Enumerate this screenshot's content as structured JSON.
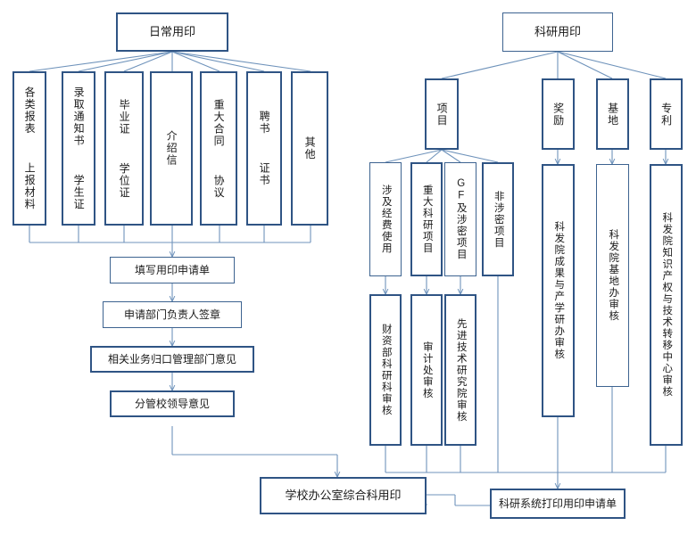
{
  "diagram": {
    "title_left": "日常用印",
    "title_right": "科研用印",
    "colors": {
      "box_border": "#3d6390",
      "box_border_thick": "#2f5484",
      "connector": "#6f93bb",
      "background": "#ffffff",
      "text": "#1a1a1a"
    }
  },
  "left_branch": {
    "root": "日常用印",
    "categories": [
      {
        "label": "各类报表  上报材料"
      },
      {
        "label": "录取通知书  学生证"
      },
      {
        "label": "毕业证  学位证"
      },
      {
        "label": "介绍信"
      },
      {
        "label": "重大合同  协议"
      },
      {
        "label": "聘书  证书"
      },
      {
        "label": "其他"
      }
    ],
    "steps": [
      {
        "label": "填写用印申请单"
      },
      {
        "label": "申请部门负责人签章"
      },
      {
        "label": "相关业务归口管理部门意见"
      },
      {
        "label": "分管校领导意见"
      }
    ]
  },
  "right_branch": {
    "root": "科研用印",
    "categories": [
      {
        "label": "项目"
      },
      {
        "label": "奖励"
      },
      {
        "label": "基地"
      },
      {
        "label": "专利"
      }
    ],
    "project_subtypes": [
      {
        "label": "涉及经费使用"
      },
      {
        "label": "重大科研项目"
      },
      {
        "label": "GF及涉密项目"
      },
      {
        "label": "非涉密项目"
      }
    ],
    "reviews": [
      {
        "label": "财资部科研科审核"
      },
      {
        "label": "审计处审核"
      },
      {
        "label": "先进技术研究院审核"
      },
      {
        "label": "科发院成果与产学研办审核"
      },
      {
        "label": "科发院基地办审核"
      },
      {
        "label": "科发院知识产权与技术转移中心审核"
      }
    ],
    "print_step": {
      "label": "科研系统打印用印申请单"
    }
  },
  "final_node": {
    "label": "学校办公室综合科用印"
  }
}
